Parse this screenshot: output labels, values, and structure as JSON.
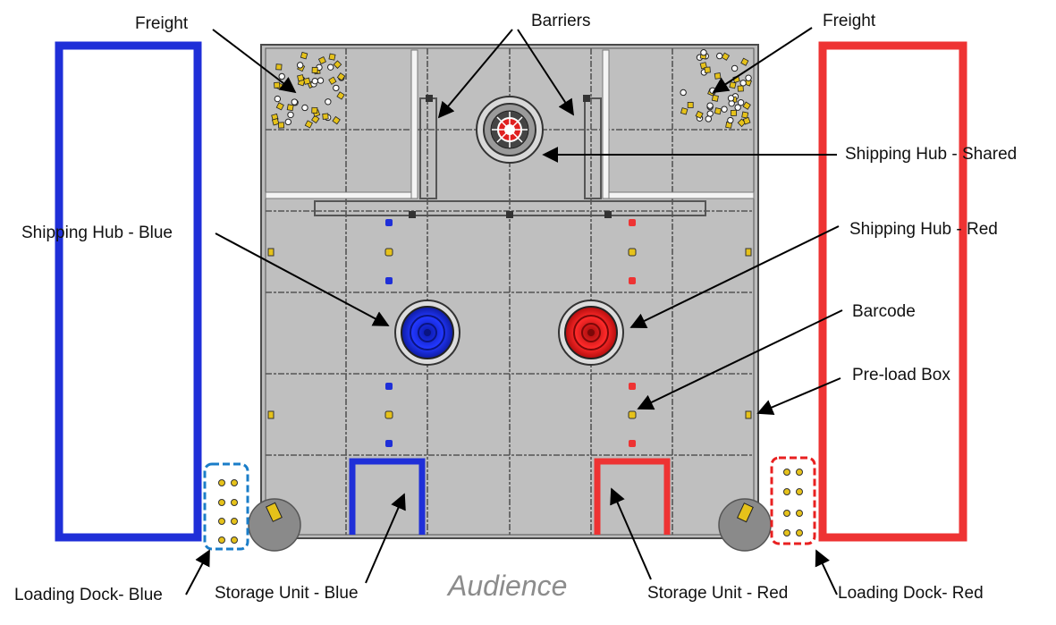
{
  "labels": {
    "freight_left": "Freight",
    "freight_right": "Freight",
    "barriers": "Barriers",
    "shipping_hub_shared": "Shipping Hub - Shared",
    "shipping_hub_blue": "Shipping Hub - Blue",
    "shipping_hub_red": "Shipping Hub - Red",
    "barcode": "Barcode",
    "preload_box": "Pre-load Box",
    "loading_dock_blue": "Loading Dock- Blue",
    "storage_unit_blue": "Storage Unit - Blue",
    "audience": "Audience",
    "storage_unit_red": "Storage Unit - Red",
    "loading_dock_red": "Loading Dock- Red"
  },
  "colors": {
    "alliance_blue": "#1f2fd8",
    "alliance_red": "#ee3333",
    "field_tile": "#bcbcbc",
    "freight_yellow": "#e6c21a",
    "dock_blue_outline": "#1a7dc8",
    "dock_red_outline": "#e82020"
  }
}
